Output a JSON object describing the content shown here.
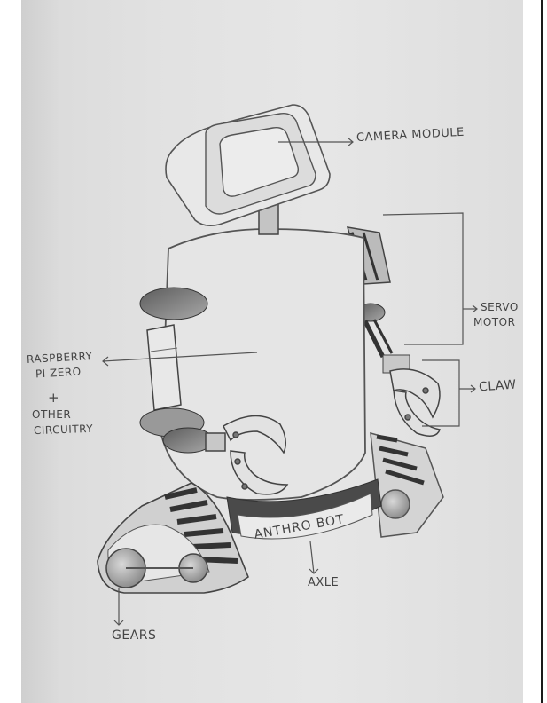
{
  "labels": {
    "camera_module": "CAMERA MODULE",
    "servo_motor_line1": "SERVO",
    "servo_motor_line2": "MOTOR",
    "claw": "CLAW",
    "raspberry_line1": "RASPBERRY",
    "raspberry_line2": "PI ZERO",
    "plus": "+",
    "other_line1": "OTHER",
    "other_line2": "CIRCUITRY",
    "body_name": "ANTHRO BOT",
    "axle": "AXLE",
    "gears": "GEARS"
  }
}
